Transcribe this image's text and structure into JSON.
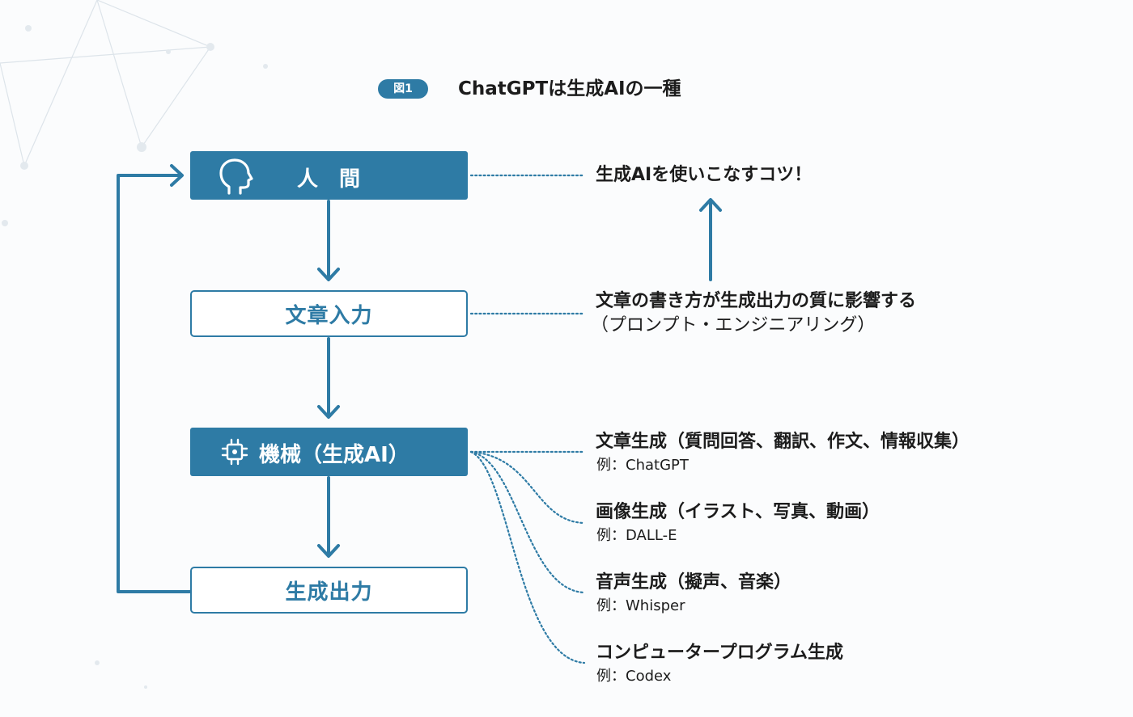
{
  "figure": {
    "badge": "図1",
    "title": "ChatGPTは生成AIの一種"
  },
  "flow": {
    "human_label": "人間",
    "input_label": "文章入力",
    "machine_label": "機械（生成AI）",
    "output_label": "生成出力",
    "human_icon": "head-profile-icon",
    "machine_icon": "ai-chip-icon"
  },
  "notes": {
    "tips": "生成AIを使いこなすコツ！",
    "prompt_line1": "文章の書き方が生成出力の質に影響する",
    "prompt_line2": "（プロンプト・エンジニアリング）"
  },
  "outputs": [
    {
      "title": "文章生成（質問回答、翻訳、作文、情報収集）",
      "example": "例：ChatGPT"
    },
    {
      "title": "画像生成（イラスト、写真、動画）",
      "example": "例：DALL-E"
    },
    {
      "title": "音声生成（擬声、音楽）",
      "example": "例：Whisper"
    },
    {
      "title": "コンピュータープログラム生成",
      "example": "例：Codex"
    }
  ],
  "colors": {
    "accent": "#2e7ba5",
    "text": "#1c1c1c",
    "background": "#fbfcfd"
  }
}
